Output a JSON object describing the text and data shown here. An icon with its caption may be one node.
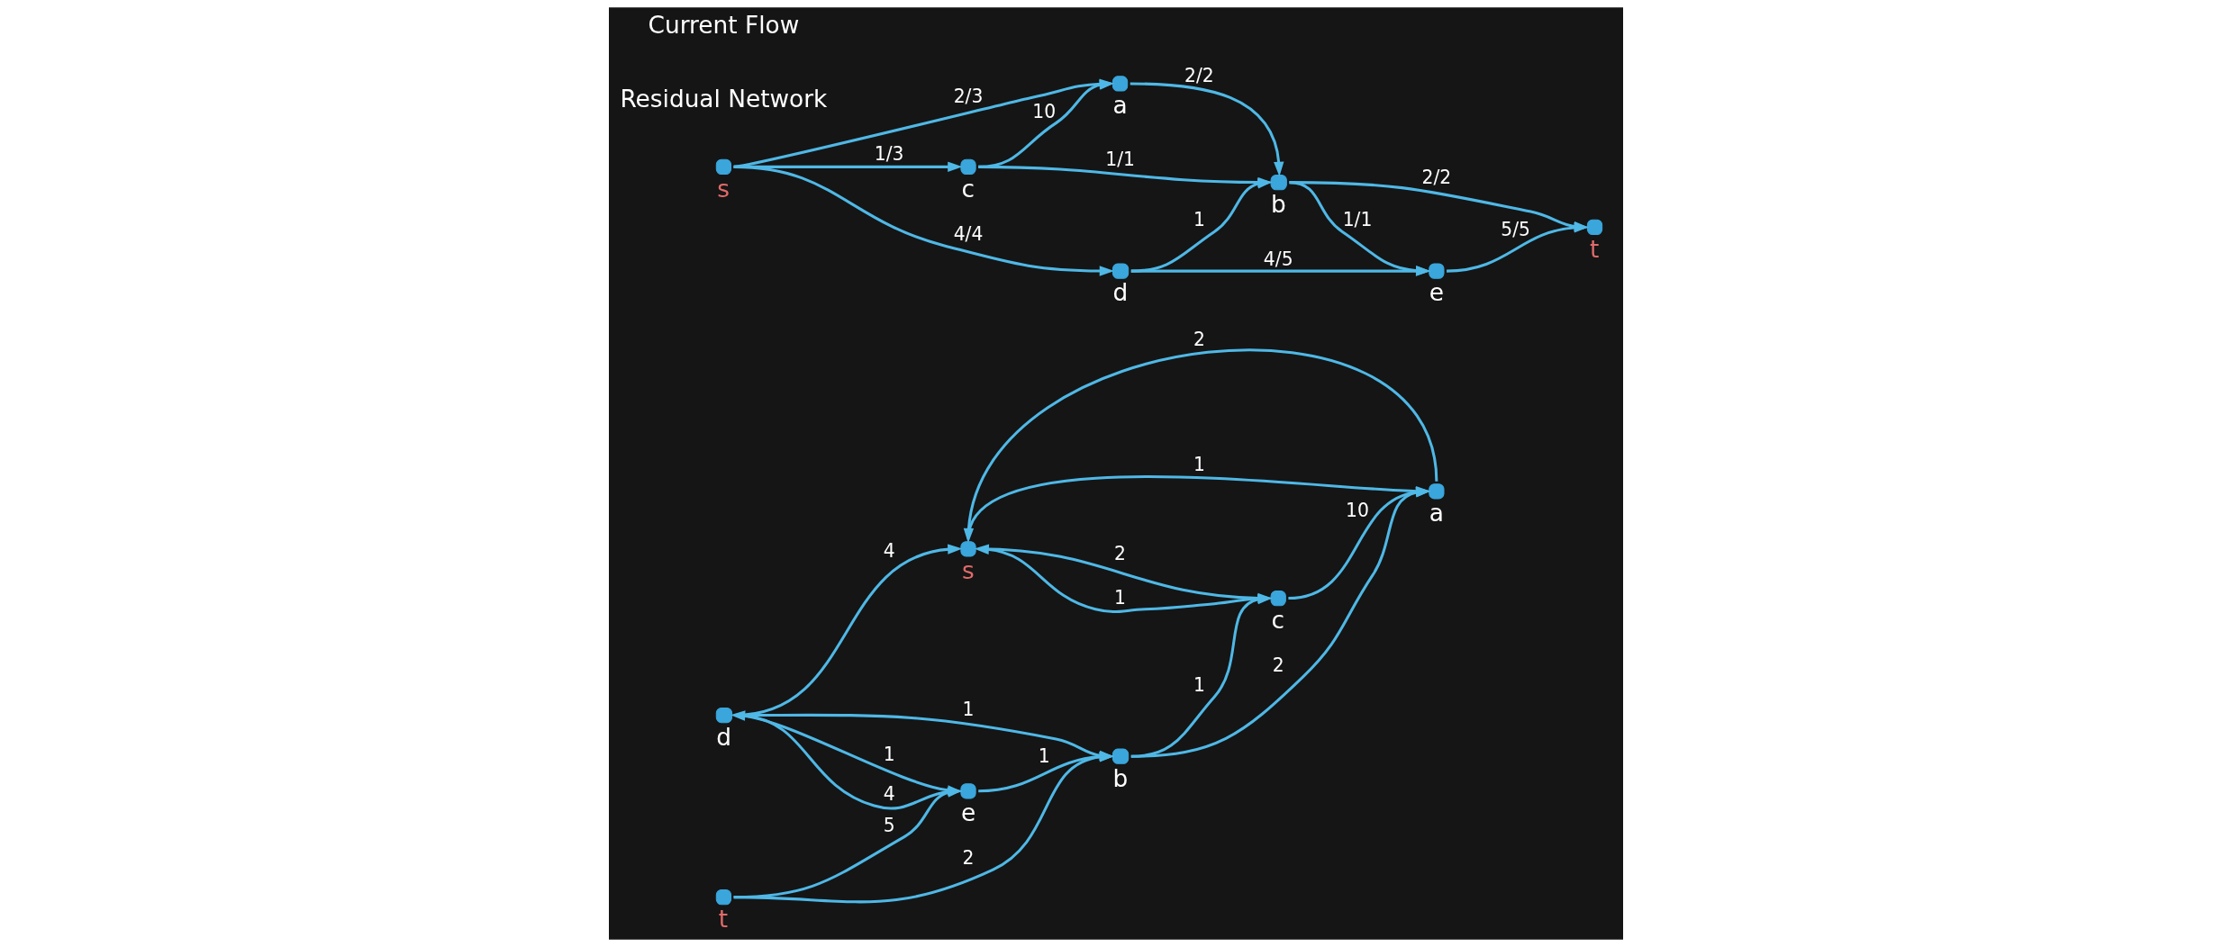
{
  "diagram": {
    "nodes": [
      {
        "text": [],
        "shape": "circle",
        "beside": [
          "s"
        ]
      },
      {
        "text": [],
        "shape": "circle",
        "beside": [
          "a"
        ]
      },
      {
        "text": [],
        "shape": "circle",
        "beside": [
          "b"
        ]
      },
      {
        "text": [],
        "shape": "circle",
        "beside": [
          "c"
        ]
      },
      {
        "text": [],
        "shape": "circle",
        "beside": [
          "d"
        ]
      },
      {
        "text": [],
        "shape": "circle",
        "beside": [
          "e"
        ]
      },
      {
        "text": [],
        "shape": "circle",
        "beside": [
          "t"
        ]
      },
      {
        "text": [],
        "shape": "circle",
        "beside": [
          "s"
        ]
      },
      {
        "text": [],
        "shape": "circle",
        "beside": [
          "a"
        ]
      },
      {
        "text": [],
        "shape": "circle",
        "beside": [
          "b"
        ]
      },
      {
        "text": [],
        "shape": "circle",
        "beside": [
          "c"
        ]
      },
      {
        "text": [],
        "shape": "circle",
        "beside": [
          "d"
        ]
      },
      {
        "text": [],
        "shape": "circle",
        "beside": [
          "e"
        ]
      },
      {
        "text": [],
        "shape": "circle",
        "beside": [
          "t"
        ]
      }
    ],
    "edges": [
      {
        "from": 0,
        "to": 1,
        "label": "1",
        "arrow": "to"
      },
      {
        "from": 1,
        "to": 0,
        "label": "2",
        "arrow": "to"
      },
      {
        "from": 0,
        "to": 3,
        "label": "2",
        "arrow": "to"
      },
      {
        "from": 3,
        "to": 0,
        "label": "1",
        "arrow": "to"
      },
      {
        "from": 3,
        "to": 1,
        "label": "10",
        "arrow": "to"
      },
      {
        "from": 2,
        "to": 1,
        "label": "2",
        "arrow": "to"
      },
      {
        "from": 2,
        "to": 3,
        "label": "1",
        "arrow": "to"
      },
      {
        "from": 4,
        "to": 2,
        "label": "1",
        "arrow": "to"
      },
      {
        "from": 5,
        "to": 2,
        "label": "1",
        "arrow": "to"
      },
      {
        "from": 6,
        "to": 2,
        "label": "2",
        "arrow": "to"
      },
      {
        "from": 6,
        "to": 5,
        "label": "5",
        "arrow": "to"
      },
      {
        "from": 4,
        "to": 5,
        "label": "1",
        "arrow": "to"
      },
      {
        "from": 5,
        "to": 4,
        "label": "4",
        "arrow": "to"
      },
      {
        "from": 4,
        "to": 0,
        "label": "4",
        "arrow": "to"
      },
      {
        "from": 7,
        "to": 8,
        "label": "2/3",
        "arrow": "to"
      },
      {
        "from": 7,
        "to": 10,
        "label": "1/3",
        "arrow": "to"
      },
      {
        "from": 7,
        "to": 11,
        "label": "4/4",
        "arrow": "to"
      },
      {
        "from": 10,
        "to": 8,
        "label": "10",
        "arrow": "to"
      },
      {
        "from": 8,
        "to": 9,
        "label": "2/2",
        "arrow": "to"
      },
      {
        "from": 10,
        "to": 9,
        "label": "1/1",
        "arrow": "to"
      },
      {
        "from": 11,
        "to": 9,
        "label": "1",
        "arrow": "to"
      },
      {
        "from": 9,
        "to": 12,
        "label": "1/1",
        "arrow": "to"
      },
      {
        "from": 9,
        "to": 13,
        "label": "2/2",
        "arrow": "to"
      },
      {
        "from": 11,
        "to": 12,
        "label": "4/5",
        "arrow": "to"
      },
      {
        "from": 12,
        "to": 13,
        "label": "5/5",
        "arrow": "to"
      }
    ],
    "labels": [
      "Residual Network",
      "Current Flow"
    ]
  }
}
